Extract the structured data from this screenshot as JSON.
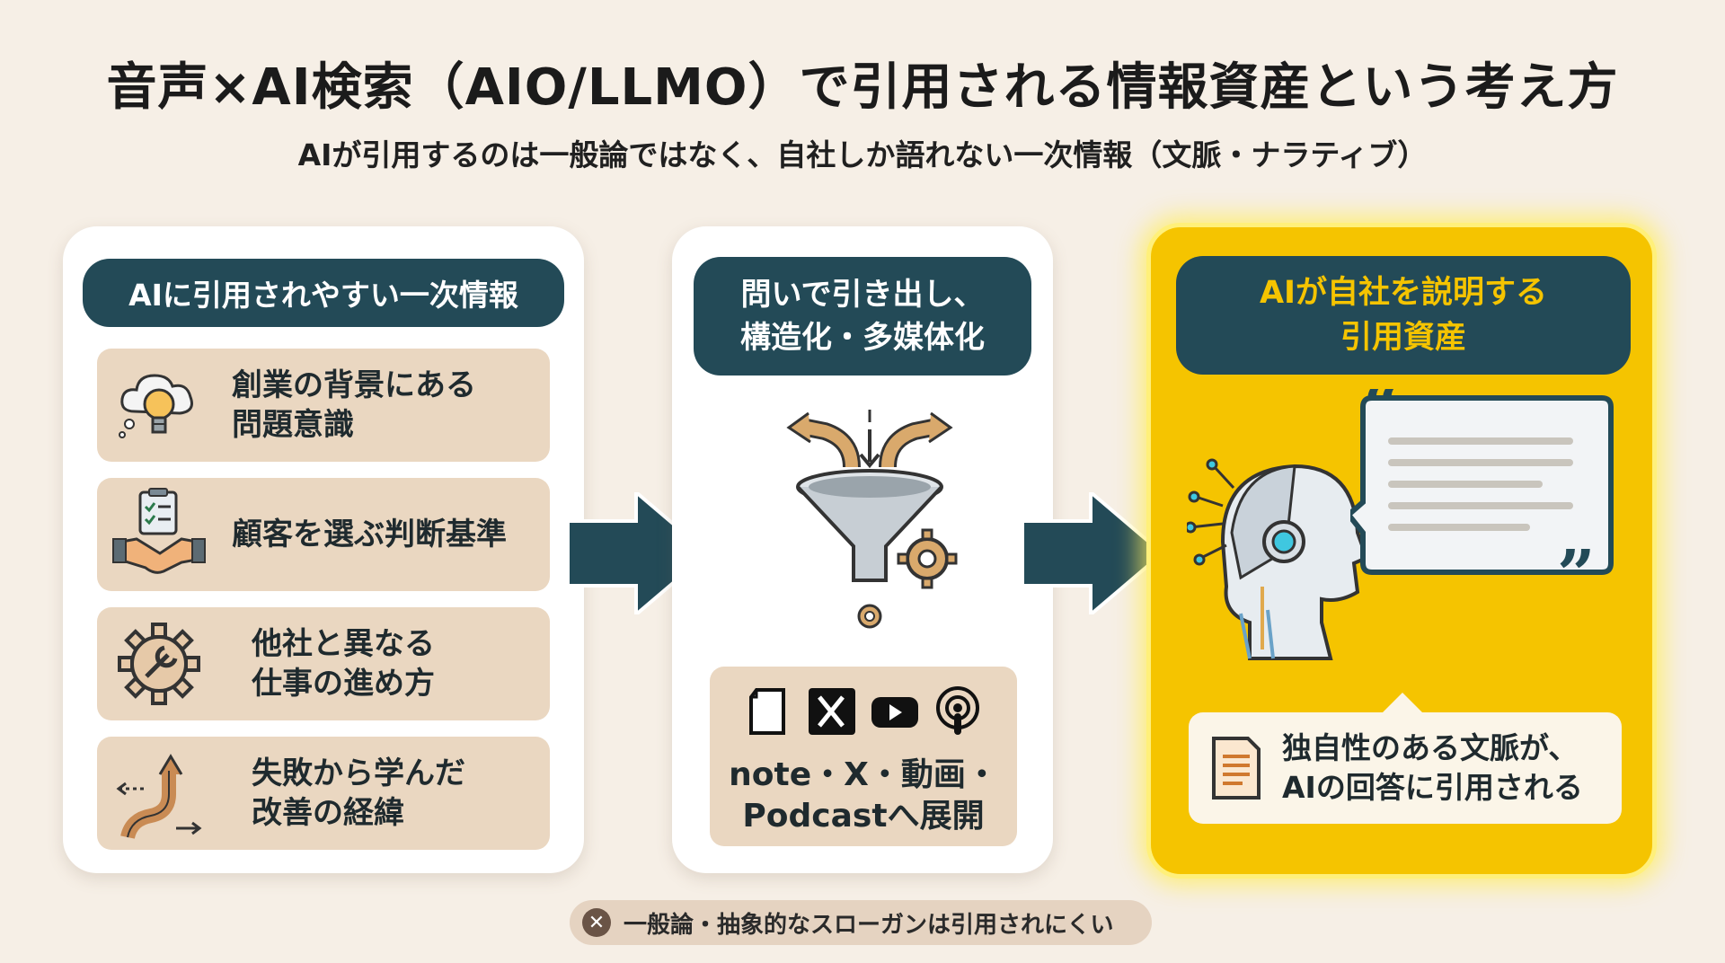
{
  "title": "音声×AI検索（AIO/LLMO）で引用される情報資産という考え方",
  "subtitle": "AIが引用するのは一般論ではなく、自社しか語れない一次情報（文脈・ナラティブ）",
  "left_panel": {
    "header": "AIに引用されやすい一次情報",
    "items": [
      {
        "label_line1": "創業の背景にある",
        "label_line2": "問題意識",
        "icon": "lightbulb-cloud-icon"
      },
      {
        "label_line1": "顧客を選ぶ判断基準",
        "label_line2": "",
        "icon": "handshake-checklist-icon"
      },
      {
        "label_line1": "他社と異なる",
        "label_line2": "仕事の進め方",
        "icon": "gear-wrench-icon"
      },
      {
        "label_line1": "失敗から学んだ",
        "label_line2": "改善の経緯",
        "icon": "winding-path-arrow-icon"
      }
    ]
  },
  "mid_panel": {
    "header_line1": "問いで引き出し、",
    "header_line2": "構造化・多媒体化",
    "icon": "funnel-gears-icon",
    "media_icons": [
      "note-document-icon",
      "x-logo-icon",
      "youtube-icon",
      "podcast-icon"
    ],
    "media_label_line1": "note・X・動画・",
    "media_label_line2": "Podcastへ展開"
  },
  "right_panel": {
    "header_line1": "AIが自社を説明する",
    "header_line2": "引用資産",
    "icons": [
      "ai-robot-head-icon",
      "quote-speech-bubble-icon",
      "document-icon"
    ],
    "result_line1": "独自性のある文脈が、",
    "result_line2": "AIの回答に引用される"
  },
  "footer_note": "一般論・抽象的なスローガンは引用されにくい",
  "colors": {
    "background": "#f6efe6",
    "header_pill": "#234a57",
    "item_card": "#ead7c1",
    "highlight_yellow": "#f5c400",
    "arrow": "#234a57"
  }
}
